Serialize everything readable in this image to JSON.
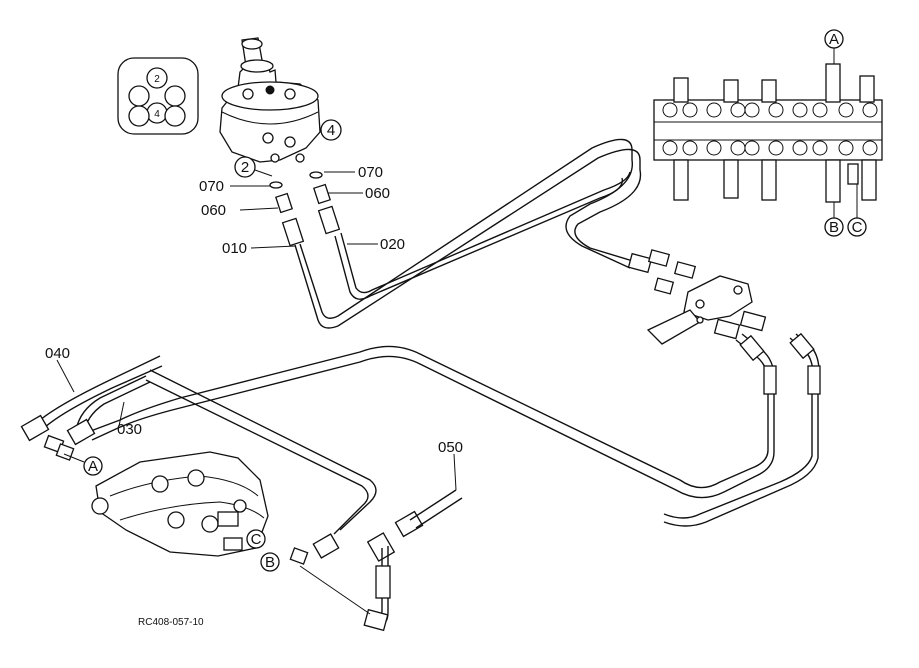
{
  "parts": {
    "p010": "010",
    "p020": "020",
    "p030": "030",
    "p040": "040",
    "p050": "050",
    "p060_left": "060",
    "p060_right": "060",
    "p070_left": "070",
    "p070_right": "070"
  },
  "port_markers": {
    "A_top": "A",
    "B_top": "B",
    "C_top": "C",
    "A_valve": "A",
    "B_valve": "B",
    "C_valve": "C",
    "two_inset": "2",
    "four_inset": "4",
    "two_pilot": "2",
    "four_pilot": "4"
  },
  "drawing_code": "RC408-057-10"
}
